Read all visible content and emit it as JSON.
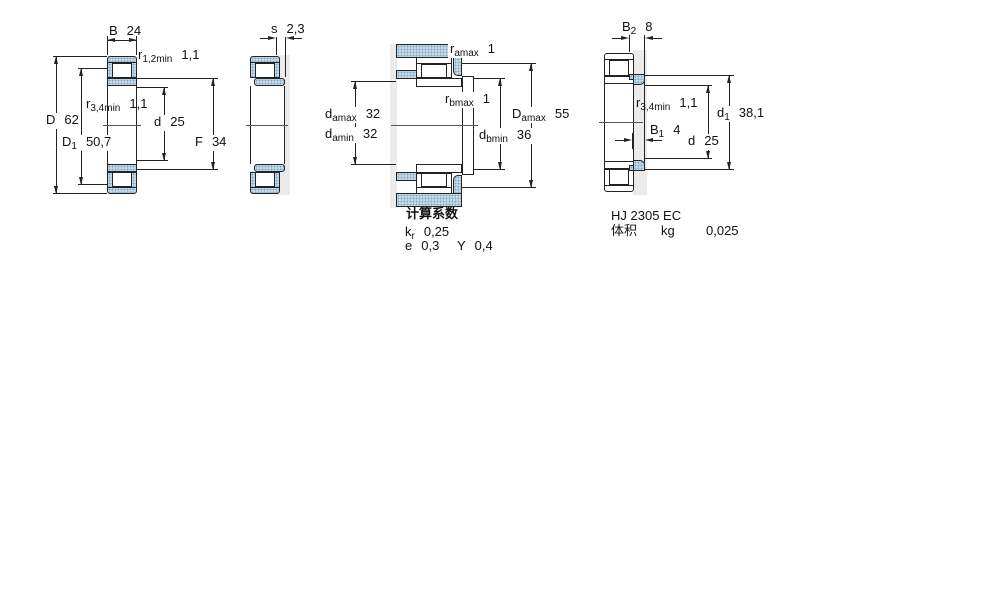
{
  "figures": {
    "f1": {
      "B": {
        "base": "B",
        "value": "24"
      },
      "r12": {
        "base": "r",
        "sub": "1,2min",
        "value": "1,1"
      },
      "r34": {
        "base": "r",
        "sub": "3,4min",
        "value": "1,1"
      },
      "D": {
        "base": "D",
        "value": "62"
      },
      "D1": {
        "base": "D",
        "sub": "1",
        "value": "50,7"
      },
      "d": {
        "base": "d",
        "value": "25"
      },
      "F": {
        "base": "F",
        "value": "34"
      }
    },
    "f2": {
      "s": {
        "base": "s",
        "value": "2,3"
      }
    },
    "f3": {
      "ramax": {
        "base": "r",
        "sub": "amax",
        "value": "1"
      },
      "rbmax": {
        "base": "r",
        "sub": "bmax",
        "value": "1"
      },
      "damax": {
        "base": "d",
        "sub": "amax",
        "value": "32"
      },
      "damin": {
        "base": "d",
        "sub": "amin",
        "value": "32"
      },
      "Damax": {
        "base": "D",
        "sub": "amax",
        "value": "55"
      },
      "dbmin": {
        "base": "d",
        "sub": "bmin",
        "value": "36"
      },
      "factors_title": "计算系数",
      "kr": {
        "base": "k",
        "sub": "r",
        "value": "0,25"
      },
      "e": {
        "base": "e",
        "value": "0,3"
      },
      "Y": {
        "base": "Y",
        "value": "0,4"
      }
    },
    "f4": {
      "B2": {
        "base": "B",
        "sub": "2",
        "value": "8"
      },
      "r34": {
        "base": "r",
        "sub": "3,4min",
        "value": "1,1"
      },
      "B1": {
        "base": "B",
        "sub": "1",
        "value": "4"
      },
      "d1": {
        "base": "d",
        "sub": "1",
        "value": "38,1"
      },
      "d": {
        "base": "d",
        "value": "25"
      },
      "designation": "HJ 2305 EC",
      "mass_label": "体积",
      "mass_unit": "kg",
      "mass_value": "0,025"
    }
  },
  "colors": {
    "section_fill": "#c6d9e6",
    "section_dot": "#85aac6",
    "line": "#222222"
  }
}
